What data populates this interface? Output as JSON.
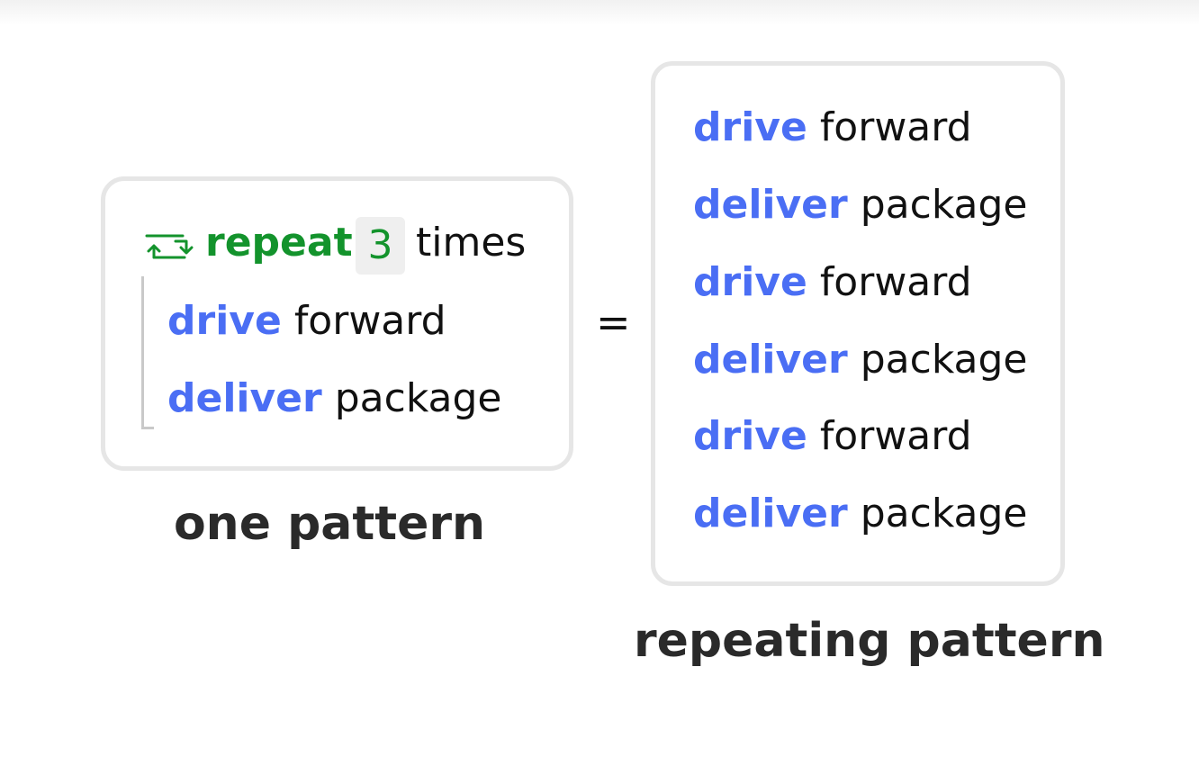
{
  "left_block": {
    "repeat_keyword": "repeat",
    "repeat_count": "3",
    "repeat_suffix": "times",
    "body": [
      {
        "verb": "drive",
        "object": "forward"
      },
      {
        "verb": "deliver",
        "object": "package"
      }
    ],
    "caption": "one pattern"
  },
  "equals_sign": "=",
  "right_block": {
    "lines": [
      {
        "verb": "drive",
        "object": "forward"
      },
      {
        "verb": "deliver",
        "object": "package"
      },
      {
        "verb": "drive",
        "object": "forward"
      },
      {
        "verb": "deliver",
        "object": "package"
      },
      {
        "verb": "drive",
        "object": "forward"
      },
      {
        "verb": "deliver",
        "object": "package"
      }
    ],
    "caption": "repeating pattern"
  },
  "colors": {
    "verb": "#4a6ef4",
    "repeat": "#13932c",
    "card_border": "#e6e6e6",
    "count_bg": "#efefef",
    "caption": "#2a2a2a"
  },
  "icons": {
    "repeat": "repeat-loop-icon"
  }
}
